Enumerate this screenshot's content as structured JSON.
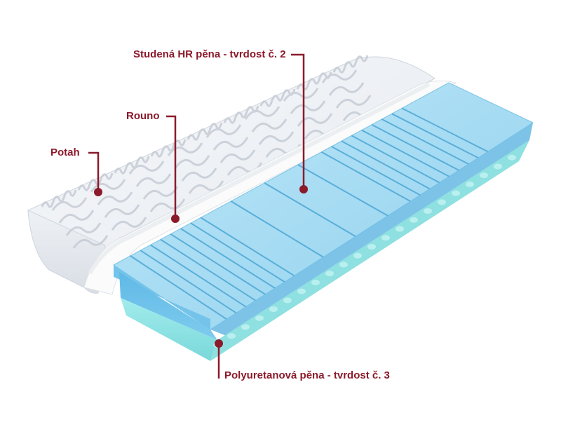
{
  "colors": {
    "accent": "#8b1a2b",
    "foam_top": "#7ec8ea",
    "foam_top_face": "#a7dcf2",
    "foam_bottom": "#8fe0e0",
    "cover": "#f3f5f8",
    "fleece": "#fbfbfb"
  },
  "labels": {
    "hr_foam": "Studená HR pěna - tvrdost č. 2",
    "fleece": "Rouno",
    "cover": "Potah",
    "pu_foam": "Polyuretanová pěna - tvrdost č. 3"
  },
  "icons": {
    "callout_marker": "dot-icon"
  }
}
